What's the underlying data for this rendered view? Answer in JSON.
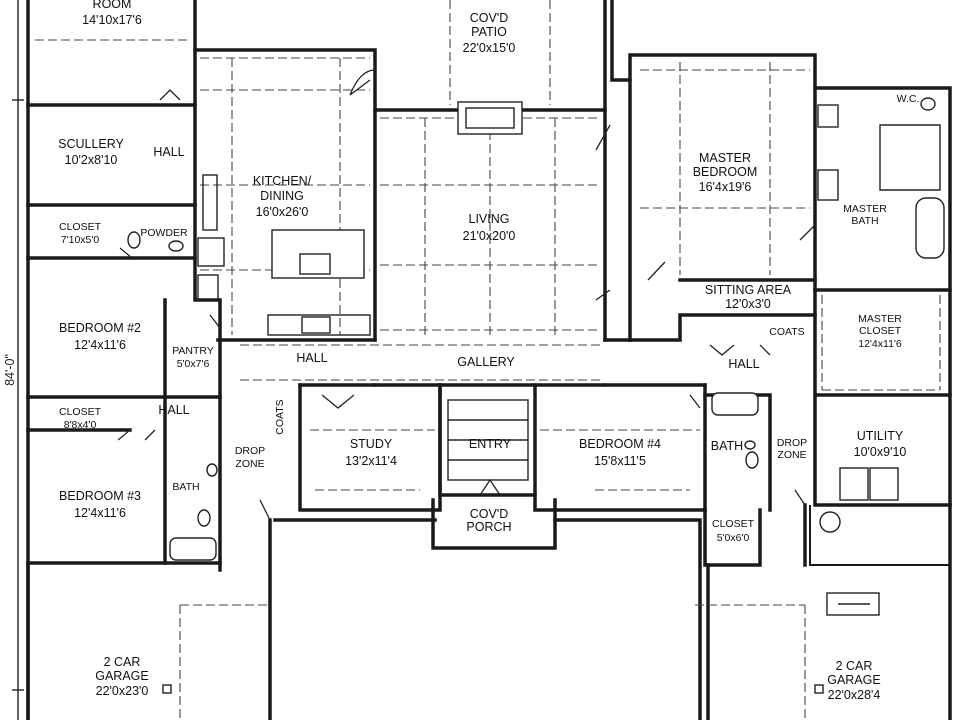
{
  "rooms": {
    "top_room": {
      "name": "ROOM",
      "dims": "14'10x17'6"
    },
    "patio": {
      "name1": "COV'D",
      "name2": "PATIO",
      "dims": "22'0x15'0"
    },
    "scullery": {
      "name": "SCULLERY",
      "dims": "10'2x8'10"
    },
    "hall_scullery": {
      "name": "HALL"
    },
    "kitchen": {
      "name1": "KITCHEN/",
      "name2": "DINING",
      "dims": "16'0x26'0"
    },
    "living": {
      "name": "LIVING",
      "dims": "21'0x20'0"
    },
    "master_bed": {
      "name1": "MASTER",
      "name2": "BEDROOM",
      "dims": "16'4x19'6"
    },
    "wc": {
      "name": "W.C."
    },
    "master_bath": {
      "name1": "MASTER",
      "name2": "BATH"
    },
    "closet1": {
      "name": "CLOSET",
      "dims": "7'10x5'0"
    },
    "powder": {
      "name": "POWDER"
    },
    "sitting": {
      "name": "SITTING AREA",
      "dims": "12'0x3'0"
    },
    "bedroom2": {
      "name": "BEDROOM #2",
      "dims": "12'4x11'6"
    },
    "pantry": {
      "name": "PANTRY",
      "dims": "5'0x7'6"
    },
    "hall_kitchen": {
      "name": "HALL"
    },
    "gallery": {
      "name": "GALLERY"
    },
    "coats_master": {
      "name": "COATS"
    },
    "hall_master": {
      "name": "HALL"
    },
    "master_closet": {
      "name1": "MASTER",
      "name2": "CLOSET",
      "dims": "12'4x11'6"
    },
    "closet2": {
      "name": "CLOSET",
      "dims": "8'8x4'0"
    },
    "hall_bed": {
      "name": "HALL"
    },
    "coats_study": {
      "name": "COATS"
    },
    "study": {
      "name": "STUDY",
      "dims": "13'2x11'4"
    },
    "entry": {
      "name": "ENTRY"
    },
    "bedroom4": {
      "name": "BEDROOM #4",
      "dims": "15'8x11'5"
    },
    "bath4": {
      "name": "BATH"
    },
    "drop_left": {
      "name1": "DROP",
      "name2": "ZONE"
    },
    "drop_right": {
      "name1": "DROP",
      "name2": "ZONE"
    },
    "utility": {
      "name": "UTILITY",
      "dims": "10'0x9'10"
    },
    "bedroom3": {
      "name": "BEDROOM #3",
      "dims": "12'4x11'6"
    },
    "bath3": {
      "name": "BATH"
    },
    "porch": {
      "name1": "COV'D",
      "name2": "PORCH"
    },
    "closet3": {
      "name": "CLOSET",
      "dims": "5'0x6'0"
    },
    "garage_left": {
      "name1": "2 CAR",
      "name2": "GARAGE",
      "dims": "22'0x23'0"
    },
    "garage_right": {
      "name1": "2 CAR",
      "name2": "GARAGE",
      "dims": "22'0x28'4"
    }
  },
  "dimension": {
    "overall_depth": "84'-0\""
  },
  "colors": {
    "line": "#1a1a1a",
    "background": "#ffffff"
  }
}
